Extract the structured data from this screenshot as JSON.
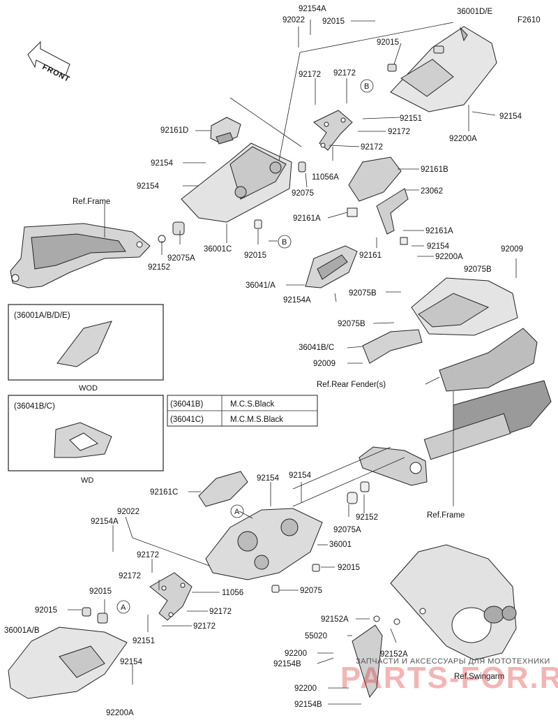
{
  "figure_code": "F2610",
  "front_label": "FRONT",
  "labels": {
    "l_92154A_t": "92154A",
    "l_92022_t": "92022",
    "l_92015_t": "92015",
    "l_36001DE": "36001D/E",
    "l_92015_r": "92015",
    "l_92172_a": "92172",
    "l_92172_b": "92172",
    "l_B_top": "B",
    "l_92151_t": "92151",
    "l_92172_c": "92172",
    "l_92172_d": "92172",
    "l_92154_r": "92154",
    "l_92200A_t": "92200A",
    "l_92161D": "92161D",
    "l_92154_m1": "92154",
    "l_92154_m2": "92154",
    "l_11056A": "11056A",
    "l_92075_m": "92075",
    "l_92161B": "92161B",
    "l_23062": "23062",
    "l_ref_frame_t": "Ref.Frame",
    "l_92161A_l": "92161A",
    "l_92161A_r": "92161A",
    "l_92154_c": "92154",
    "l_92075A_t": "92075A",
    "l_36001C": "36001C",
    "l_92015_c": "92015",
    "l_B_mid": "B",
    "l_92152_t": "92152",
    "l_92161": "92161",
    "l_92200A_m": "92200A",
    "l_92009_t": "92009",
    "l_92075B_a": "92075B",
    "l_36041A": "36041/A",
    "l_92075B_b": "92075B",
    "l_92154A_m": "92154A",
    "l_92075B_c": "92075B",
    "l_36041BC": "36041B/C",
    "l_92009_b": "92009",
    "l_ref_rear_fender": "Ref.Rear Fender(s)",
    "l_92161C": "92161C",
    "l_92154_lo1": "92154",
    "l_92154_lo2": "92154",
    "l_A_mid": "A",
    "l_92075A_lo": "92075A",
    "l_92152_lo": "92152",
    "l_ref_frame_lo": "Ref.Frame",
    "l_36001": "36001",
    "l_92015_lo": "92015",
    "l_92075_lo": "92075",
    "l_92022_lo": "92022",
    "l_92154A_lo": "92154A",
    "l_92172_lo1": "92172",
    "l_92172_lo2": "92172",
    "l_11056": "11056",
    "l_92015_ll": "92015",
    "l_92015_ll2": "92015",
    "l_A_lo": "A",
    "l_92172_lo3": "92172",
    "l_92172_lo4": "92172",
    "l_36001AB": "36001A/B",
    "l_92151_lo": "92151",
    "l_92154_lo3": "92154",
    "l_92200A_lo": "92200A",
    "l_92152A_a": "92152A",
    "l_55020": "55020",
    "l_92152A_b": "92152A",
    "l_92200_a": "92200",
    "l_92154B_a": "92154B",
    "l_ref_swingarm": "Ref.Swingarm",
    "l_92200_b": "92200",
    "l_92154B_b": "92154B"
  },
  "insets": {
    "wod": {
      "header": "(36001A/B/D/E)",
      "caption": "WOD"
    },
    "wd": {
      "header": "(36041B/C)",
      "caption": "WD"
    }
  },
  "color_table": [
    {
      "code": "(36041B)",
      "color": "M.C.S.Black"
    },
    {
      "code": "(36041C)",
      "color": "M.C.M.S.Black"
    }
  ],
  "watermark": {
    "text": "ЗАПЧАСТИ И АКСЕССУАРЫ ДЛЯ МОТОТЕХНИКИ",
    "brand": "PARTS-FOR.RU",
    "color": "#e32a2a"
  }
}
